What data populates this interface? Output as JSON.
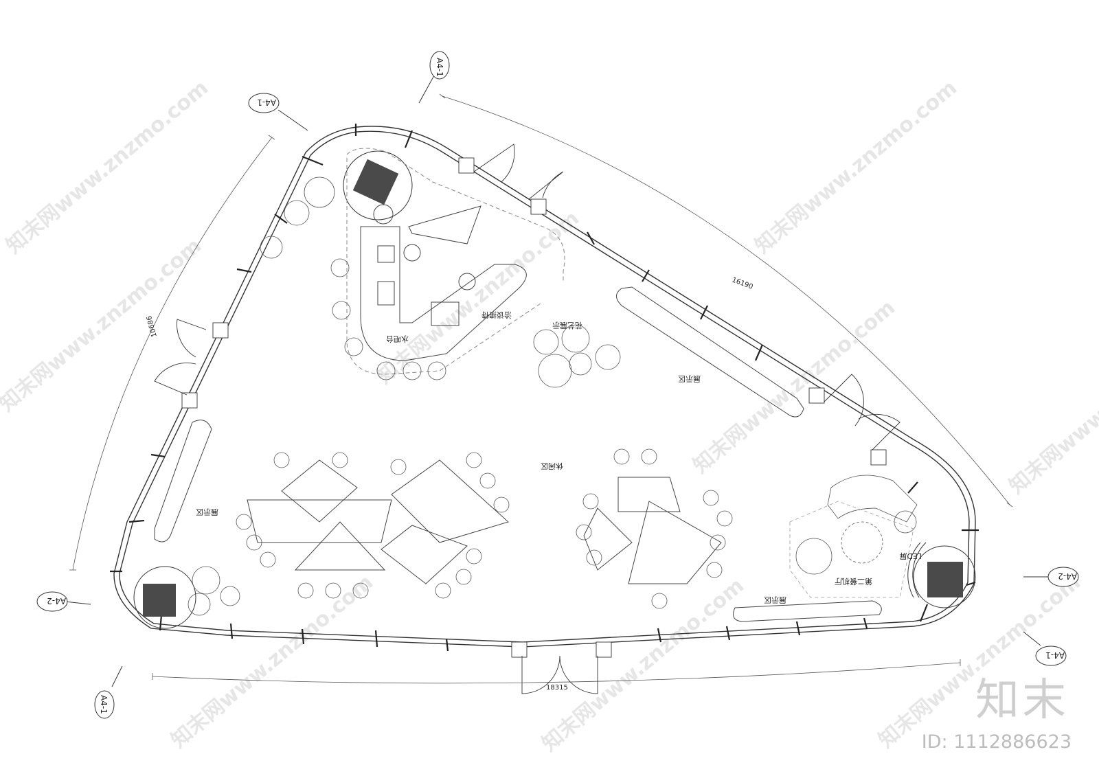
{
  "section_markers": [
    "A4-1",
    "A4-1",
    "A4-2",
    "A4-2",
    "A4-1",
    "A4-1"
  ],
  "dimensions": [
    "16190",
    "10686",
    "18315"
  ],
  "zones": {
    "bar_counter": "水吧台",
    "reception": "洽谈接待",
    "flower_display": "花艺展示",
    "display_a": "展示区",
    "display_b": "展示区",
    "display_c": "展示区",
    "rest": "休闲区",
    "led": "LED屏",
    "second_fab": "第二餐机厅"
  },
  "watermark_text": "知末网www.znzmo.com",
  "brand": {
    "logo": "知末",
    "id_text": "ID: 1112886623"
  },
  "colors": {
    "line": "#444444",
    "fill_dark": "#4a4a4a",
    "watermark": "#e6e6e6"
  }
}
